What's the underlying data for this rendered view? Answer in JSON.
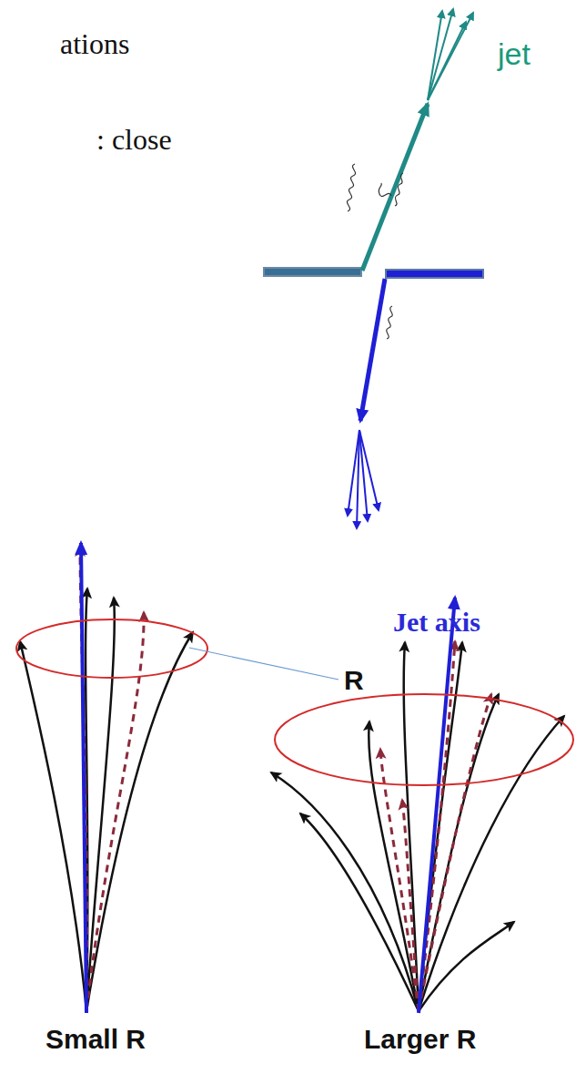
{
  "diagram": {
    "labels": [
      "ations",
      ": close",
      "jet",
      "Jet axis",
      "R",
      "Small R",
      "Larger R"
    ]
  }
}
